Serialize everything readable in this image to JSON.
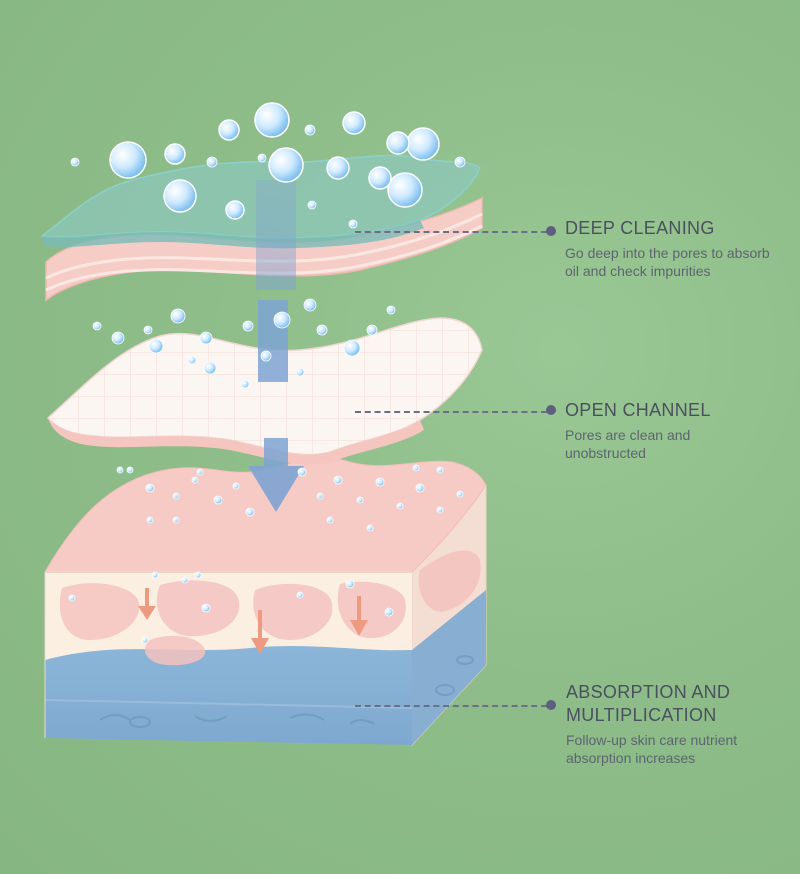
{
  "callouts": {
    "deep_cleaning": {
      "title": "DEEP CLEANING",
      "desc": "Go deep into the pores to absorb\noil and check impurities"
    },
    "open_channel": {
      "title": "OPEN CHANNEL",
      "desc": "Pores are clean and\nunobstructed"
    },
    "absorption": {
      "title": "ABSORPTION AND\nMULTIPLICATION",
      "desc": "Follow-up skin care nutrient\nabsorption increases"
    }
  },
  "colors": {
    "background": "#8fbf8a",
    "leader": "#5d5f80",
    "skin_pink": "#f6c9c4",
    "pad_white": "#fbf6f2",
    "dermis_blue": "#8fb4d6",
    "flow_arrow": "#7b9ccc",
    "nutrient_arrow": "#ee9a80",
    "bubble": "#9fd0f0"
  },
  "icons": [
    "bubble-icon",
    "flow-arrow-icon",
    "nutrient-arrow-icon"
  ]
}
